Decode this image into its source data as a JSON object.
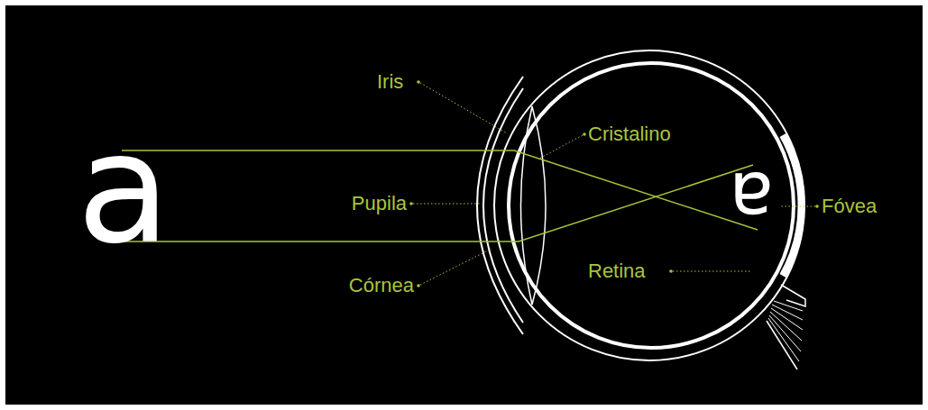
{
  "diagram": {
    "labels": [
      "a",
      "Iris",
      "Cristalino",
      "Pupila",
      "Córnea",
      "Retina",
      "Fóvea",
      "a"
    ]
  }
}
